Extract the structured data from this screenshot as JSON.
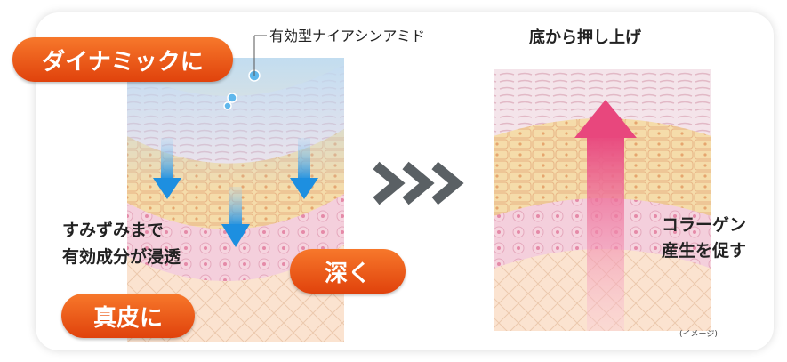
{
  "labels": {
    "dynamic": "ダイナミックに",
    "ingredient": "有効型ナイアシンアミド",
    "penetrate_line1": "すみずみまで",
    "penetrate_line2": "有効成分が浸透",
    "deep": "深く",
    "dermis": "真皮に",
    "lift": "底から押し上げ",
    "collagen_line1": "コラーゲン",
    "collagen_line2": "産生を促す",
    "image_note": "(イメージ)"
  },
  "colors": {
    "pill_orange": "#ea5a17",
    "down_arrow_blue": "#2e9ee6",
    "up_arrow_pink": "#e8477d",
    "chevron_gray": "#5a6064",
    "epidermis": "#f3d9a0",
    "dermis_pink": "#f2c8d6"
  },
  "icons": {
    "down_arrow": "arrow-down-icon",
    "next_chevrons": "chevron-right-icon",
    "up_arrow": "arrow-up-icon"
  }
}
